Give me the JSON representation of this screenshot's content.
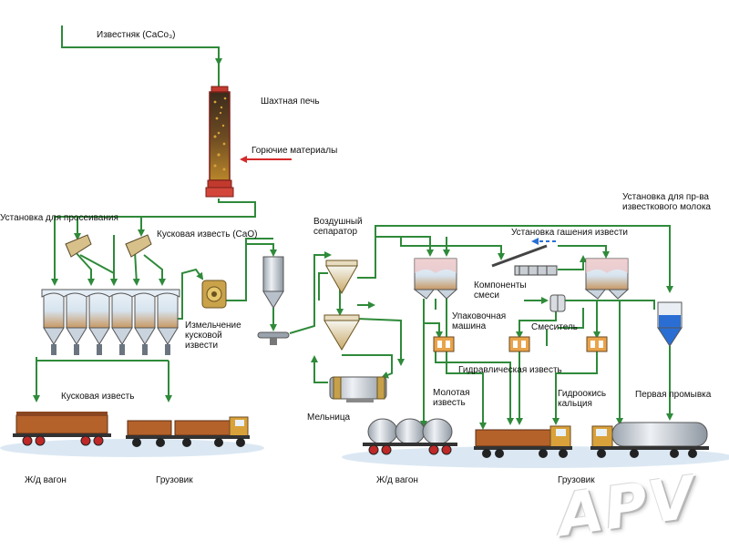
{
  "colors": {
    "flow": "#2f8a3a",
    "fuel": "#d42a2a",
    "steam": "#2a6ed4"
  },
  "labels": {
    "limestone": "Известняк (CaCo₃)",
    "shaft_kiln": "Шахтная печь",
    "fuel": "Горючие материалы",
    "screening": "Установка для просеивания",
    "lump_lime_top": "Кусковая известь (CaO)",
    "air_separator": "Воздушный\nсепаратор",
    "prep_plant": "Установка для пр-ва\nизвесткового молока",
    "slaking": "Установка гашения извести",
    "crushing": "Измельчение\nкусковой\nизвести",
    "mix_components": "Компоненты\nсмеси",
    "packing": "Упаковочная\nмашина",
    "mixer": "Смеситель",
    "hydraulic_lime": "Гидравлическая известь",
    "lump_lime_bottom": "Кусковая известь",
    "ground_lime": "Молотая\nизвесть",
    "hydroxide": "Гидроокись\nкальция",
    "first_wash": "Первая промывка",
    "mill": "Мельница",
    "rail_left": "Ж/д вагон",
    "truck_left": "Грузовик",
    "rail_right": "Ж/д вагон",
    "truck_right": "Грузовик"
  },
  "watermark": "APV"
}
